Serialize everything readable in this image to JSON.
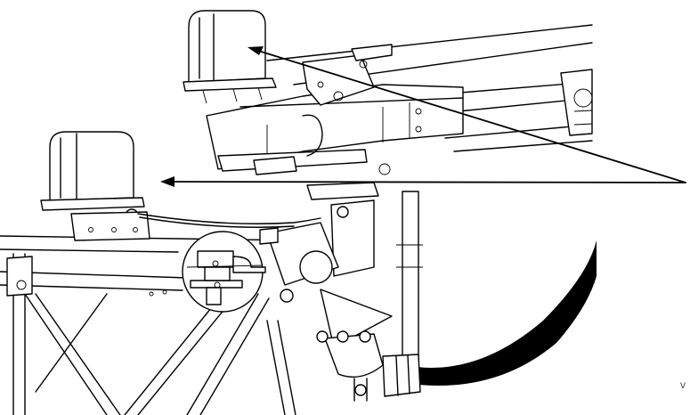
{
  "figure": {
    "reference_label": "V"
  },
  "colors": {
    "line": "#000000",
    "background": "#ffffff"
  },
  "parts": [
    "sensor-housing-raised",
    "sensor-housing-lowered",
    "spray-boom",
    "pivot-mount-bracket",
    "detail-inset-circle",
    "hose"
  ]
}
